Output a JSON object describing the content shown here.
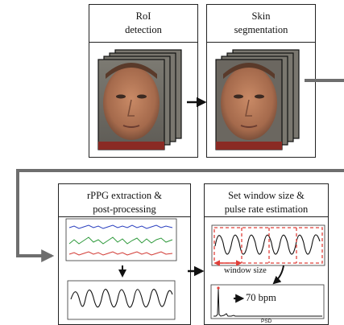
{
  "stages": [
    {
      "title_line1": "RoI",
      "title_line2": "detection"
    },
    {
      "title_line1": "Skin",
      "title_line2": "segmentation"
    },
    {
      "title_line1": "rPPG extraction &",
      "title_line2": "post-processing"
    },
    {
      "title_line1": "Set window size &",
      "title_line2": "pulse rate estimation"
    }
  ],
  "window_label": "window size",
  "bpm_label": "70 bpm",
  "psd_label": "PSD",
  "colors": {
    "line_blue": "#2a3fbf",
    "line_green": "#2f9a3c",
    "line_red": "#d23a34",
    "window_dash": "#e0403a",
    "flow_gray": "#6e6e6e"
  }
}
